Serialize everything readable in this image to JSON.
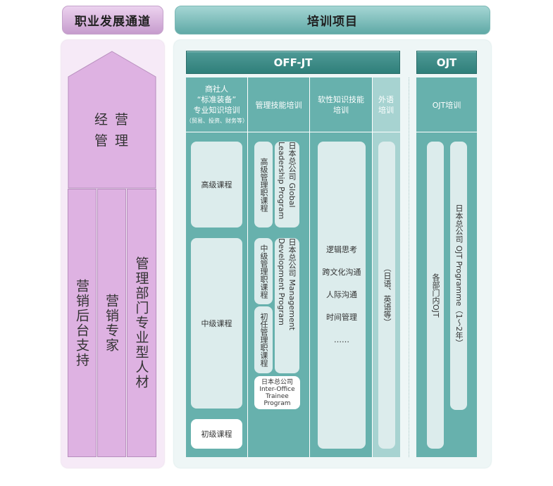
{
  "left_header": "职业发展通道",
  "right_header": "培训项目",
  "left": {
    "top_line1": "经 营",
    "top_line2": "管 理",
    "col1": "营销后台支持",
    "col2": "营销专家",
    "col3": "管理部门专业型人材"
  },
  "offjt": {
    "label": "OFF-JT",
    "col1_head": [
      "商社人",
      "“标准装备”",
      "专业知识培训",
      "（贸易、投资、财务等）"
    ],
    "col2_head": "管理技能培训",
    "col3_head": [
      "软性知识技能",
      "培训"
    ],
    "col4_head": [
      "外语",
      "培训"
    ],
    "course_senior": "高级课程",
    "course_mid": "中级课程",
    "course_junior": "初级课程",
    "senior_mgmt": "高级管理职课程",
    "global_leadership": "日本总公司 Global Leadership Program",
    "mid_mgmt": "中级管理职课程",
    "mgmt_dev": "日本总公司 Management Development Program",
    "junior_mgmt": "初任管理职课程",
    "trainee": [
      "日本总公司",
      "Inter-Office",
      "Trainee",
      "Program"
    ],
    "soft_skills": [
      "逻辑思考",
      "跨文化沟通",
      "人际沟通",
      "时间管理",
      "……"
    ],
    "languages": "（日语、英语等）"
  },
  "ojt": {
    "label": "OJT",
    "head": "OJT培训",
    "dept": "各部门内OJT",
    "programme": "日本总公司 OJT Programme（1～2年）"
  },
  "colors": {
    "purple": "#deb2e2",
    "teal": "#67b1ad",
    "teal_dark": "#2f7f7a"
  }
}
